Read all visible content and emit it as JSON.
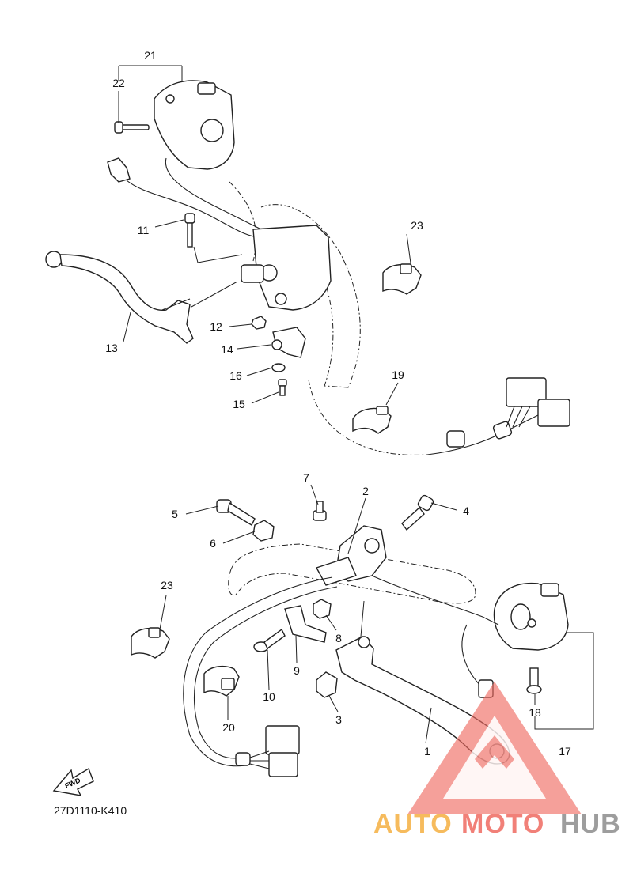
{
  "diagram_code": "27D1110-K410",
  "fwd_label": "FWD",
  "callouts": {
    "p1": "1",
    "p2": "2",
    "p3": "3",
    "p4": "4",
    "p5": "5",
    "p6": "6",
    "p7": "7",
    "p8": "8",
    "p9": "9",
    "p10": "10",
    "p11": "11",
    "p12": "12",
    "p13": "13",
    "p14": "14",
    "p15": "15",
    "p16": "16",
    "p17": "17",
    "p18": "18",
    "p19": "19",
    "p20": "20",
    "p21": "21",
    "p22": "22",
    "p23a": "23",
    "p23b": "23"
  },
  "watermark": {
    "auto": "AUTO",
    "moto": "MOTO",
    "hub": "HUB"
  },
  "colors": {
    "line": "#222222",
    "wm_orange": "#f5b041",
    "wm_red": "#ef6b61",
    "wm_gray": "#8c8c8c"
  }
}
